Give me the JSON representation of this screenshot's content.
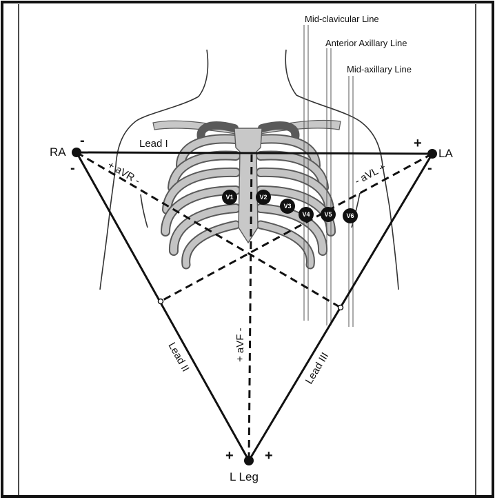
{
  "diagram": {
    "electrodes": {
      "ra": "RA",
      "la": "LA",
      "lleg": "L Leg"
    },
    "leads": {
      "lead_i": "Lead I",
      "lead_ii": "Lead II",
      "lead_iii": "Lead III",
      "avr": "+ aVR -",
      "avl": "- aVL +",
      "avf": "+ aVF -"
    },
    "reference_lines": {
      "mid_clavicular": "Mid-clavicular Line",
      "anterior_axillary": "Anterior Axillary Line",
      "mid_axillary": "Mid-axillary Line"
    },
    "chest_leads": [
      "V1",
      "V2",
      "V3",
      "V4",
      "V5",
      "V6"
    ],
    "polarity": {
      "plus": "+",
      "minus": "-"
    },
    "colors": {
      "ink": "#111111",
      "ribs": "#b5b5b5",
      "rib_outline": "#5a5a5a",
      "border": "#111111"
    }
  }
}
